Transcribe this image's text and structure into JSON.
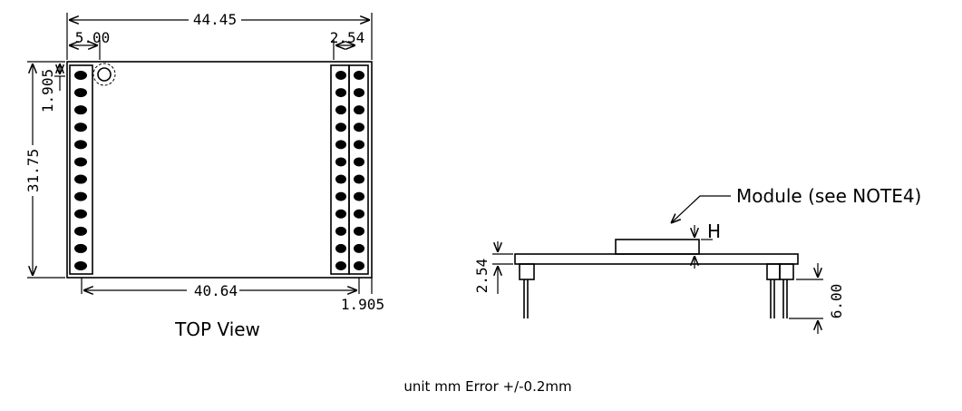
{
  "top_view": {
    "dim_width": "44.45",
    "dim_left_offset": "5.00",
    "dim_right_pitch": "2.54",
    "dim_top_pin_offset": "1.905",
    "dim_height": "31.75",
    "dim_pin_span": "40.64",
    "dim_right_offset": "1.905",
    "label": "TOP View",
    "left_header_pins": 12,
    "right_header_rows": 12
  },
  "side_view": {
    "module_label": "Module (see NOTE4)",
    "height_label": "H",
    "dim_board_thickness": "2.54",
    "dim_pin_length": "6.00"
  },
  "caption": "unit mm Error +/-0.2mm",
  "colors": {
    "line": "#000000",
    "background": "#ffffff"
  }
}
